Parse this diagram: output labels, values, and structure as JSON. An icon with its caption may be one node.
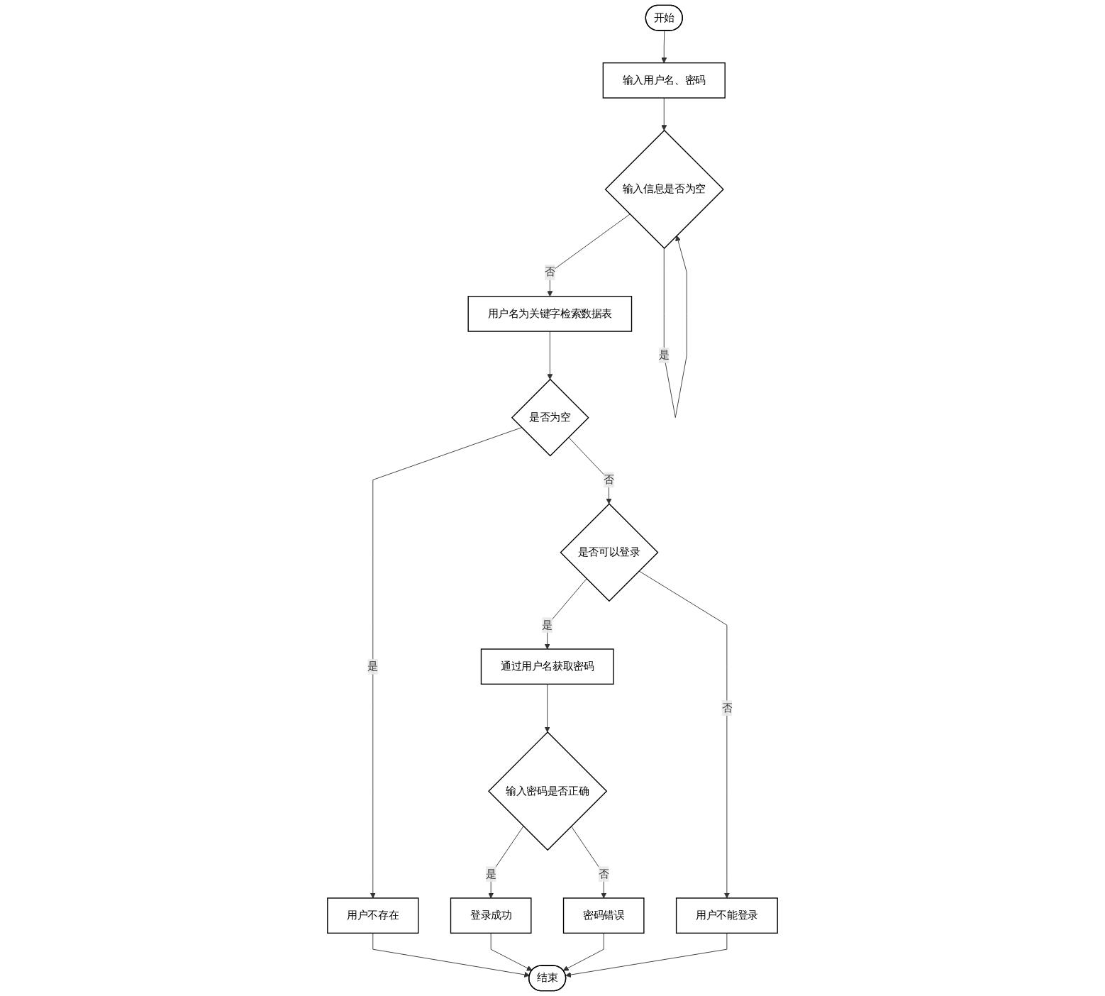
{
  "diagram": {
    "nodes": [
      {
        "text": [
          "开始"
        ]
      },
      {
        "text": [
          "输入用户名、密码"
        ]
      },
      {
        "text": [
          "输入信息是否为空"
        ]
      },
      {
        "text": [
          "用户名为关键字检索数据表"
        ]
      },
      {
        "text": [
          "是否为空"
        ]
      },
      {
        "text": [
          "用户不存在"
        ]
      },
      {
        "text": [
          "是否可以登录"
        ]
      },
      {
        "text": [
          "通过用户名获取密码"
        ]
      },
      {
        "text": [
          "用户不能登录"
        ]
      },
      {
        "text": [
          "输入密码是否正确"
        ]
      },
      {
        "text": [
          "登录成功"
        ]
      },
      {
        "text": [
          "密码错误"
        ]
      },
      {
        "text": [
          "结束"
        ]
      }
    ],
    "edges": [
      {
        "from": 0,
        "to": 1,
        "arrow": "to"
      },
      {
        "from": 1,
        "to": 2,
        "arrow": "to"
      },
      {
        "from": 2,
        "to": 2,
        "arrow": "to",
        "label": "是"
      },
      {
        "from": 2,
        "to": 3,
        "arrow": "to",
        "label": "否"
      },
      {
        "from": 3,
        "to": 4,
        "arrow": "to"
      },
      {
        "from": 4,
        "to": 5,
        "arrow": "to",
        "label": "是"
      },
      {
        "from": 4,
        "to": 6,
        "arrow": "to",
        "label": "否"
      },
      {
        "from": 6,
        "to": 7,
        "arrow": "to",
        "label": "是"
      },
      {
        "from": 6,
        "to": 8,
        "arrow": "to",
        "label": "否"
      },
      {
        "from": 7,
        "to": 9,
        "arrow": "to"
      },
      {
        "from": 9,
        "to": 10,
        "arrow": "to",
        "label": "是"
      },
      {
        "from": 9,
        "to": 11,
        "arrow": "to",
        "label": "否"
      },
      {
        "from": 5,
        "to": 12,
        "arrow": "to"
      },
      {
        "from": 10,
        "to": 12,
        "arrow": "to"
      },
      {
        "from": 11,
        "to": 12,
        "arrow": "to"
      },
      {
        "from": 8,
        "to": 12,
        "arrow": "to"
      }
    ]
  }
}
